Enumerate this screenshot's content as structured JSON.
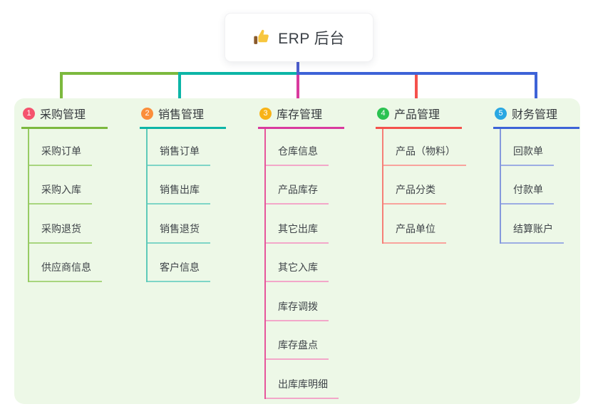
{
  "root": {
    "label": "ERP 后台",
    "icon": "thumbs-up"
  },
  "panel": {
    "background": "#edf8e7"
  },
  "connector_colors": {
    "trunk": "#4d5ece",
    "branch1": "#7cb93e",
    "branch2": "#0cb5a7",
    "branch3": "#d93a9e",
    "branch4": "#f4514c",
    "branch5": "#3d63d7"
  },
  "branches": [
    {
      "number": "1",
      "title": "采购管理",
      "colors": {
        "badge": "#f5536e",
        "line": "#7cb93e",
        "item_line": "#a8d57e",
        "item_vline": "#97cc63"
      },
      "items": [
        "采购订单",
        "采购入库",
        "采购退货",
        "供应商信息"
      ]
    },
    {
      "number": "2",
      "title": "销售管理",
      "colors": {
        "badge": "#fb8e3b",
        "line": "#0cb5a7",
        "item_line": "#7ed5c7",
        "item_vline": "#5ecab9"
      },
      "items": [
        "销售订单",
        "销售出库",
        "销售退货",
        "客户信息"
      ]
    },
    {
      "number": "3",
      "title": "库存管理",
      "colors": {
        "badge": "#f8b317",
        "line": "#d93a9e",
        "item_line": "#f3a7c9",
        "item_vline": "#e6559b"
      },
      "items": [
        "仓库信息",
        "产品库存",
        "其它出库",
        "其它入库",
        "库存调拨",
        "库存盘点",
        "出库库明细"
      ]
    },
    {
      "number": "4",
      "title": "产品管理",
      "colors": {
        "badge": "#2bc251",
        "line": "#f4514c",
        "item_line": "#f9a39d",
        "item_vline": "#f67f77"
      },
      "items": [
        "产品（物料）",
        "产品分类",
        "产品单位"
      ]
    },
    {
      "number": "5",
      "title": "财务管理",
      "colors": {
        "badge": "#29a7e2",
        "line": "#3d63d7",
        "item_line": "#9cade3",
        "item_vline": "#8599dc"
      },
      "items": [
        "回款单",
        "付款单",
        "结算账户"
      ]
    }
  ]
}
